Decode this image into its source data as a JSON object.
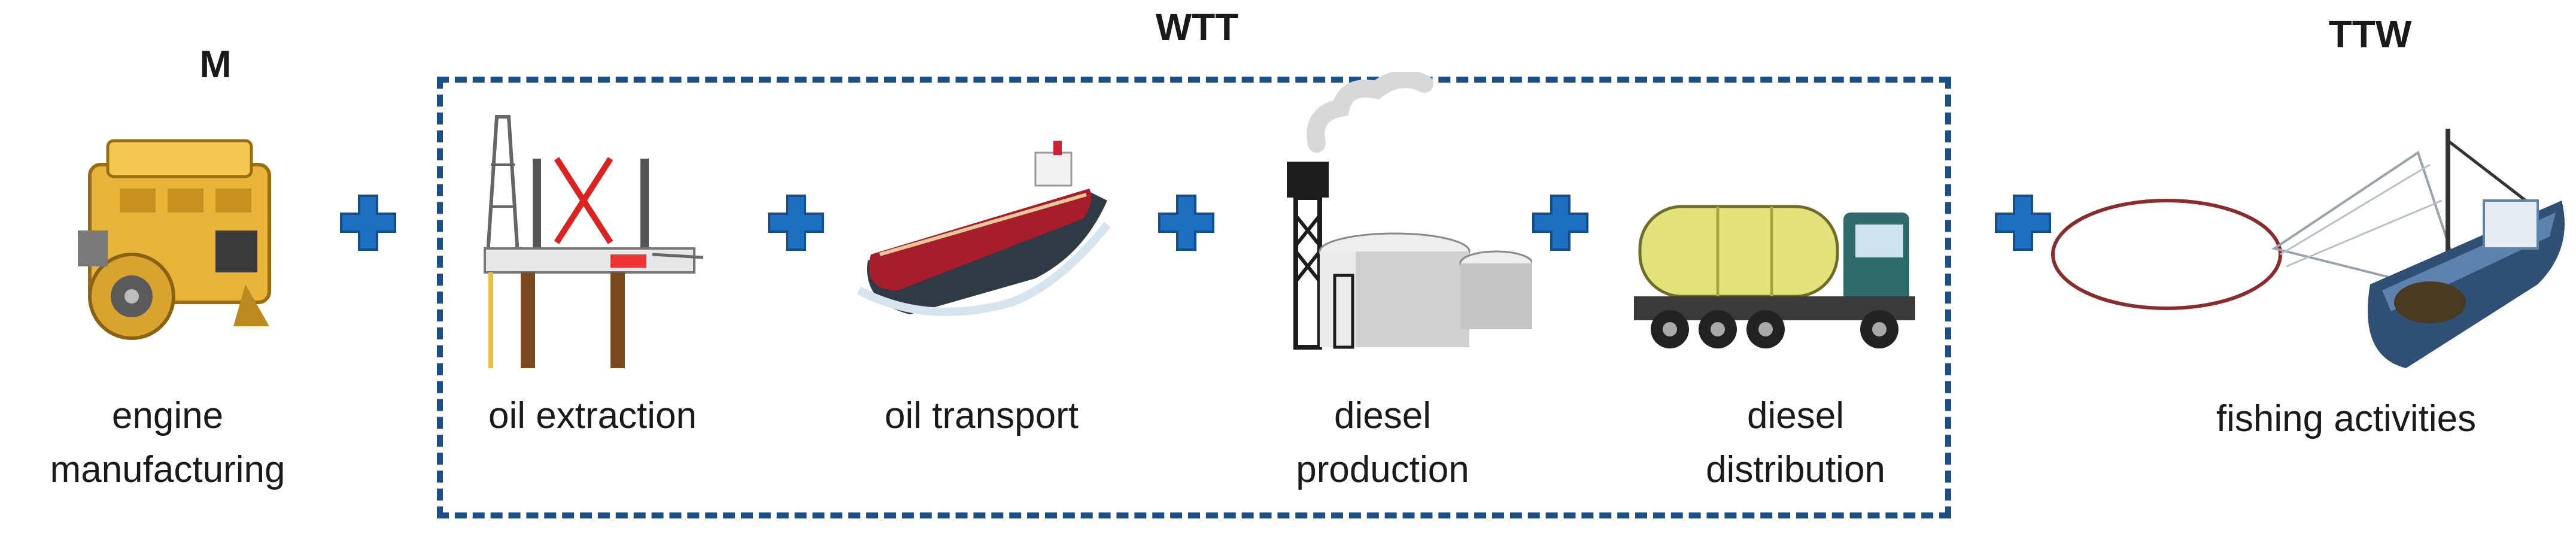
{
  "headings": {
    "m": "M",
    "wtt": "WTT",
    "ttw": "TTW"
  },
  "stages": [
    {
      "line1": "engine",
      "line2": "manufacturing"
    },
    {
      "line1": "oil extraction",
      "line2": ""
    },
    {
      "line1": "oil transport",
      "line2": ""
    },
    {
      "line1": "diesel",
      "line2": "production"
    },
    {
      "line1": "diesel",
      "line2": "distribution"
    },
    {
      "line1": "fishing activities",
      "line2": ""
    }
  ],
  "colors": {
    "plus": "#1f6fc0",
    "dashed_box": "#1c4f86"
  },
  "icons": [
    "engine-icon",
    "oil-rig-icon",
    "oil-tanker-icon",
    "refinery-icon",
    "tanker-truck-icon",
    "fishing-boat-icon",
    "plus-icon"
  ]
}
